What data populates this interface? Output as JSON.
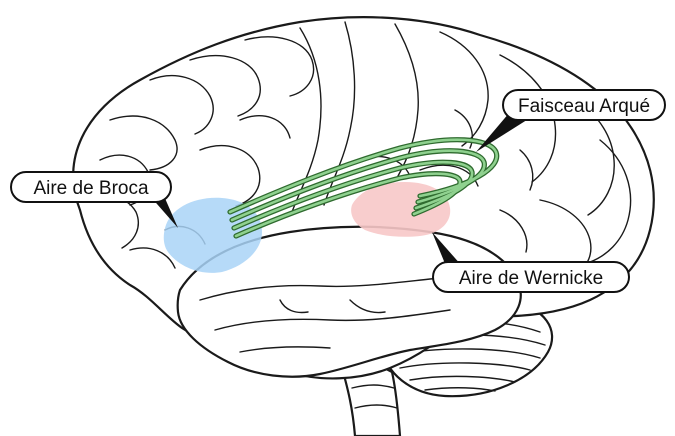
{
  "labels": {
    "broca": "Aire de Broca",
    "wernicke": "Aire de Wernicke",
    "arcuate": "Faisceau Arqué"
  },
  "colors": {
    "broca_area": "#a9d3f7",
    "wernicke_area": "#f7c8c8",
    "arcuate_fasciculus": "#6cbf6c",
    "outline": "#1a1a1a",
    "background": "#ffffff"
  }
}
